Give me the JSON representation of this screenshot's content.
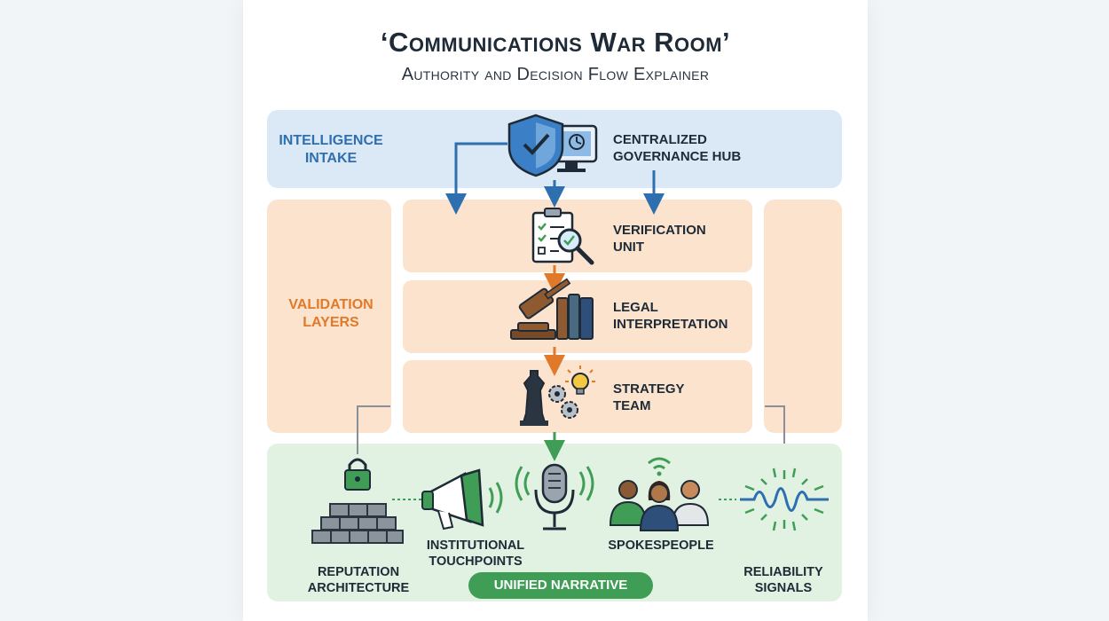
{
  "header": {
    "title": "‘Communications War Room’",
    "subtitle": "Authority and Decision Flow Explainer"
  },
  "bands": {
    "intake_label": "INTELLIGENCE\nINTAKE",
    "validation_label": "VALIDATION\nLAYERS"
  },
  "nodes": {
    "hub": "CENTRALIZED\nGOVERNANCE HUB",
    "verification": "VERIFICATION\nUNIT",
    "legal": "LEGAL\nINTERPRETATION",
    "strategy": "STRATEGY\nTEAM"
  },
  "outputs": {
    "reputation": "REPUTATION\nARCHITECTURE",
    "touchpoints": "INSTITUTIONAL\nTOUCHPOINTS",
    "spokespeople": "SPOKESPEOPLE",
    "reliability": "RELIABILITY\nSIGNALS",
    "narrative": "UNIFIED NARRATIVE"
  },
  "colors": {
    "blue_accent": "#2e6fb0",
    "orange_accent": "#e07a2a",
    "green_accent": "#3f9d55",
    "intake_band": "#dbe8f6",
    "validation_band": "#fbe3cd",
    "output_band": "#e1f1e2"
  },
  "icons": {
    "hub": "shield-monitor-icon",
    "verification": "checklist-magnifier-icon",
    "legal": "gavel-books-icon",
    "strategy": "chess-gears-bulb-icon",
    "reputation": "padlock-blocks-icon",
    "touchpoints": "megaphone-icon",
    "broadcast": "microphone-icon",
    "spokespeople": "people-wifi-icon",
    "reliability": "signal-wave-icon"
  }
}
